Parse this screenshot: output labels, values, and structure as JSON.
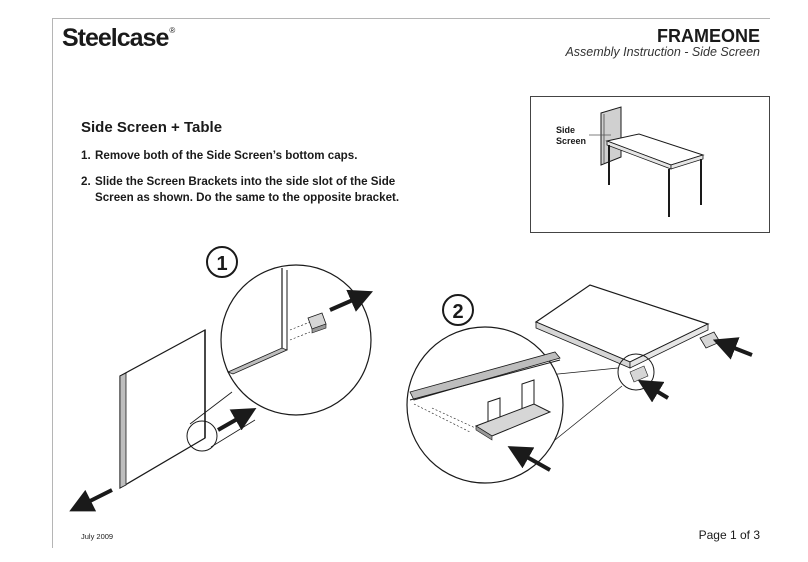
{
  "header": {
    "logo_text": "Steelcase",
    "logo_mark": "®",
    "title": "FRAMEONE",
    "subtitle": "Assembly Instruction - Side Screen"
  },
  "section": {
    "heading": "Side Screen + Table",
    "steps": [
      {
        "number": "1.",
        "text": "Remove both of the Side Screen’s bottom caps."
      },
      {
        "number": "2.",
        "text": "Slide the Screen Brackets into the side slot of the Side Screen as shown. Do the same to the opposite bracket."
      }
    ]
  },
  "inset": {
    "label_line1": "Side",
    "label_line2": "Screen"
  },
  "callouts": {
    "step1": "1",
    "step2": "2"
  },
  "footer": {
    "date": "July 2009",
    "page": "Page 1 of 3"
  },
  "colors": {
    "line": "#1a1a1a",
    "panel_fill": "#c8c8c8",
    "rule": "#b5b5b5"
  }
}
